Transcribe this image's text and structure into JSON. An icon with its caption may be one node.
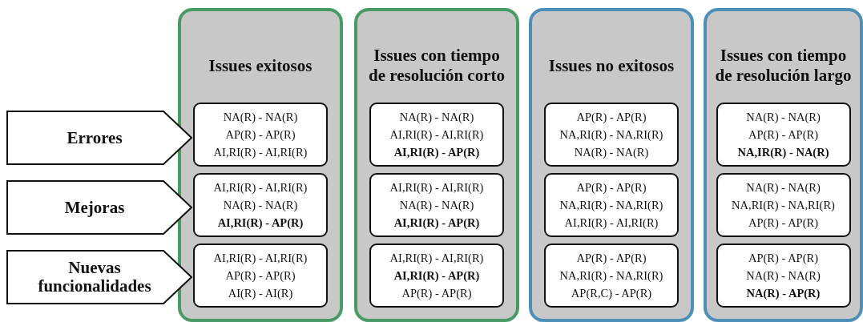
{
  "diagram": {
    "nodes": [
      {
        "text": [
          "Errores"
        ]
      },
      {
        "text": [
          "Mejoras"
        ]
      },
      {
        "text": [
          "Nuevas funcionalidades"
        ]
      },
      {
        "text": [
          "Issues exitosos"
        ]
      },
      {
        "text": [
          "NA(R) - NA(R)",
          "AP(R) - AP(R)",
          "AI,RI(R) - AI,RI(R)"
        ],
        "in": 3
      },
      {
        "text": [
          "AI,RI(R) - AI,RI(R)",
          "NA(R) - NA(R)",
          "**AI,RI(R) - AP(R)**"
        ],
        "in": 3
      },
      {
        "text": [
          "AI,RI(R) - AI,RI(R)",
          "AP(R) - AP(R)",
          "AI(R) - AI(R)"
        ],
        "in": 3
      },
      {
        "text": [
          "Issues con tiempo de resolución corto"
        ]
      },
      {
        "text": [
          "NA(R) - NA(R)",
          "AI,RI(R) - AI,RI(R)",
          "**AI,RI(R) - AP(R)**"
        ],
        "in": 7
      },
      {
        "text": [
          "AI,RI(R) - AI,RI(R)",
          "NA(R) - NA(R)",
          "**AI,RI(R) - AP(R)**"
        ],
        "in": 7
      },
      {
        "text": [
          "AI,RI(R) - AI,RI(R)",
          "**AI,RI(R) - AP(R)**",
          "AP(R) - AP(R)"
        ],
        "in": 7
      },
      {
        "text": [
          "Issues no exitosos"
        ]
      },
      {
        "text": [
          "AP(R) - AP(R)",
          "NA,RI(R) - NA,RI(R)",
          "NA(R) - NA(R)"
        ],
        "in": 11
      },
      {
        "text": [
          "AP(R) - AP(R)",
          "NA,RI(R) - NA,RI(R)",
          "AI,RI(R) - AI,RI(R)"
        ],
        "in": 11
      },
      {
        "text": [
          "AP(R) - AP(R)",
          "NA,RI(R) - NA,RI(R)",
          "AP(R,C) - AP(R)"
        ],
        "in": 11
      },
      {
        "text": [
          "Issues con tiempo de resolución largo"
        ]
      },
      {
        "text": [
          "NA(R) - NA(R)",
          "AP(R) - AP(R)",
          "**NA,IR(R) - NA(R)**"
        ],
        "in": 15
      },
      {
        "text": [
          "NA(R) - NA(R)",
          "NA,RI(R) - NA,RI(R)",
          "AP(R) - AP(R)"
        ],
        "in": 15
      },
      {
        "text": [
          "AP(R) - AP(R)",
          "NA(R) - NA(R)",
          "**NA(R) - AP(R)**"
        ],
        "in": 15
      }
    ],
    "edges": []
  }
}
